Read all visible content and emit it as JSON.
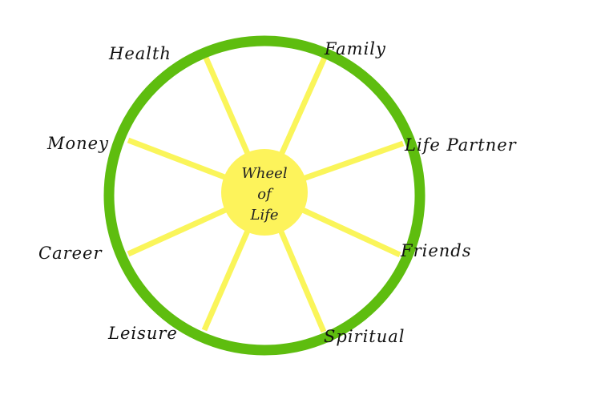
{
  "diagram": {
    "center_label_lines": [
      "Wheel",
      "of",
      "Life"
    ],
    "segments": [
      {
        "id": "health",
        "label": "Health"
      },
      {
        "id": "family",
        "label": "Family"
      },
      {
        "id": "life-partner",
        "label": "Life Partner"
      },
      {
        "id": "friends",
        "label": "Friends"
      },
      {
        "id": "spiritual",
        "label": "Spiritual"
      },
      {
        "id": "leisure",
        "label": "Leisure"
      },
      {
        "id": "career",
        "label": "Career"
      },
      {
        "id": "money",
        "label": "Money"
      }
    ]
  },
  "colors": {
    "rim": "#5ebd0f",
    "spokes": "#faf55a",
    "hub": "#fdf35b",
    "text": "#111111"
  }
}
